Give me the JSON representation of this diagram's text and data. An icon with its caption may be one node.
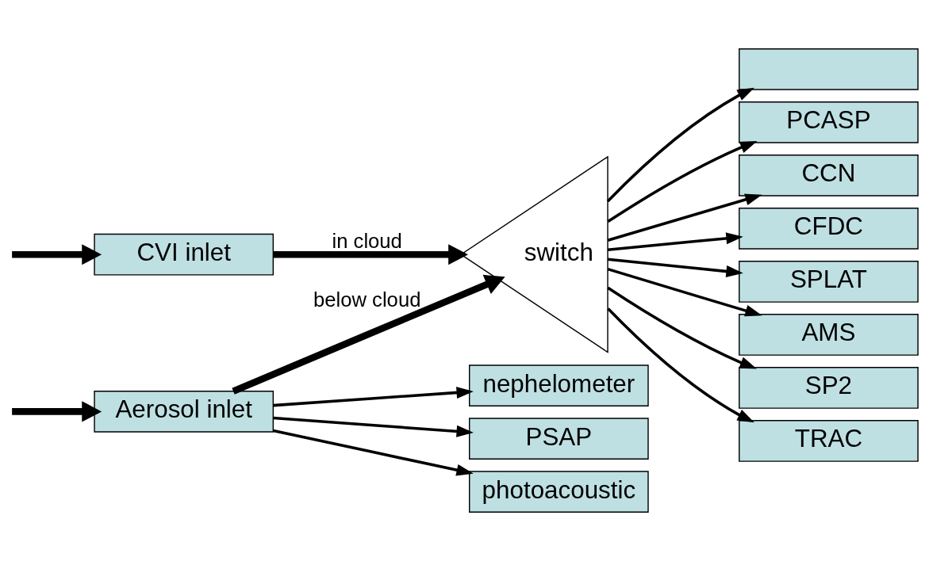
{
  "diagram": {
    "nodes": [
      {
        "text": [
          "CVI inlet"
        ]
      },
      {
        "text": [
          "Aerosol inlet"
        ]
      },
      {
        "text": [
          "switch"
        ]
      },
      {
        "text": [],
        "shape": "box"
      },
      {
        "text": [
          "PCASP"
        ]
      },
      {
        "text": [
          "CCN"
        ]
      },
      {
        "text": [
          "CFDC"
        ]
      },
      {
        "text": [
          "SPLAT"
        ]
      },
      {
        "text": [
          "AMS"
        ]
      },
      {
        "text": [
          "SP2"
        ]
      },
      {
        "text": [
          "TRAC"
        ]
      },
      {
        "text": [
          "nephelometer"
        ]
      },
      {
        "text": [
          "PSAP"
        ]
      },
      {
        "text": [
          "photoacoustic"
        ]
      }
    ],
    "edges": [
      {
        "from": null,
        "to": 0,
        "arrow": "to",
        "style": "thick"
      },
      {
        "from": null,
        "to": 1,
        "arrow": "to",
        "style": "thick"
      },
      {
        "from": 0,
        "to": 2,
        "arrow": "to",
        "label": "in cloud",
        "style": "thick"
      },
      {
        "from": 1,
        "to": 2,
        "arrow": "to",
        "label": "below cloud",
        "style": "thick"
      },
      {
        "from": 2,
        "to": 3,
        "arrow": "to"
      },
      {
        "from": 2,
        "to": 4,
        "arrow": "to"
      },
      {
        "from": 2,
        "to": 5,
        "arrow": "to"
      },
      {
        "from": 2,
        "to": 6,
        "arrow": "to"
      },
      {
        "from": 2,
        "to": 7,
        "arrow": "to"
      },
      {
        "from": 2,
        "to": 8,
        "arrow": "to"
      },
      {
        "from": 2,
        "to": 9,
        "arrow": "to"
      },
      {
        "from": 2,
        "to": 10,
        "arrow": "to"
      },
      {
        "from": 1,
        "to": 11,
        "arrow": "to"
      },
      {
        "from": 1,
        "to": 12,
        "arrow": "to"
      },
      {
        "from": 1,
        "to": 13,
        "arrow": "to"
      }
    ]
  }
}
